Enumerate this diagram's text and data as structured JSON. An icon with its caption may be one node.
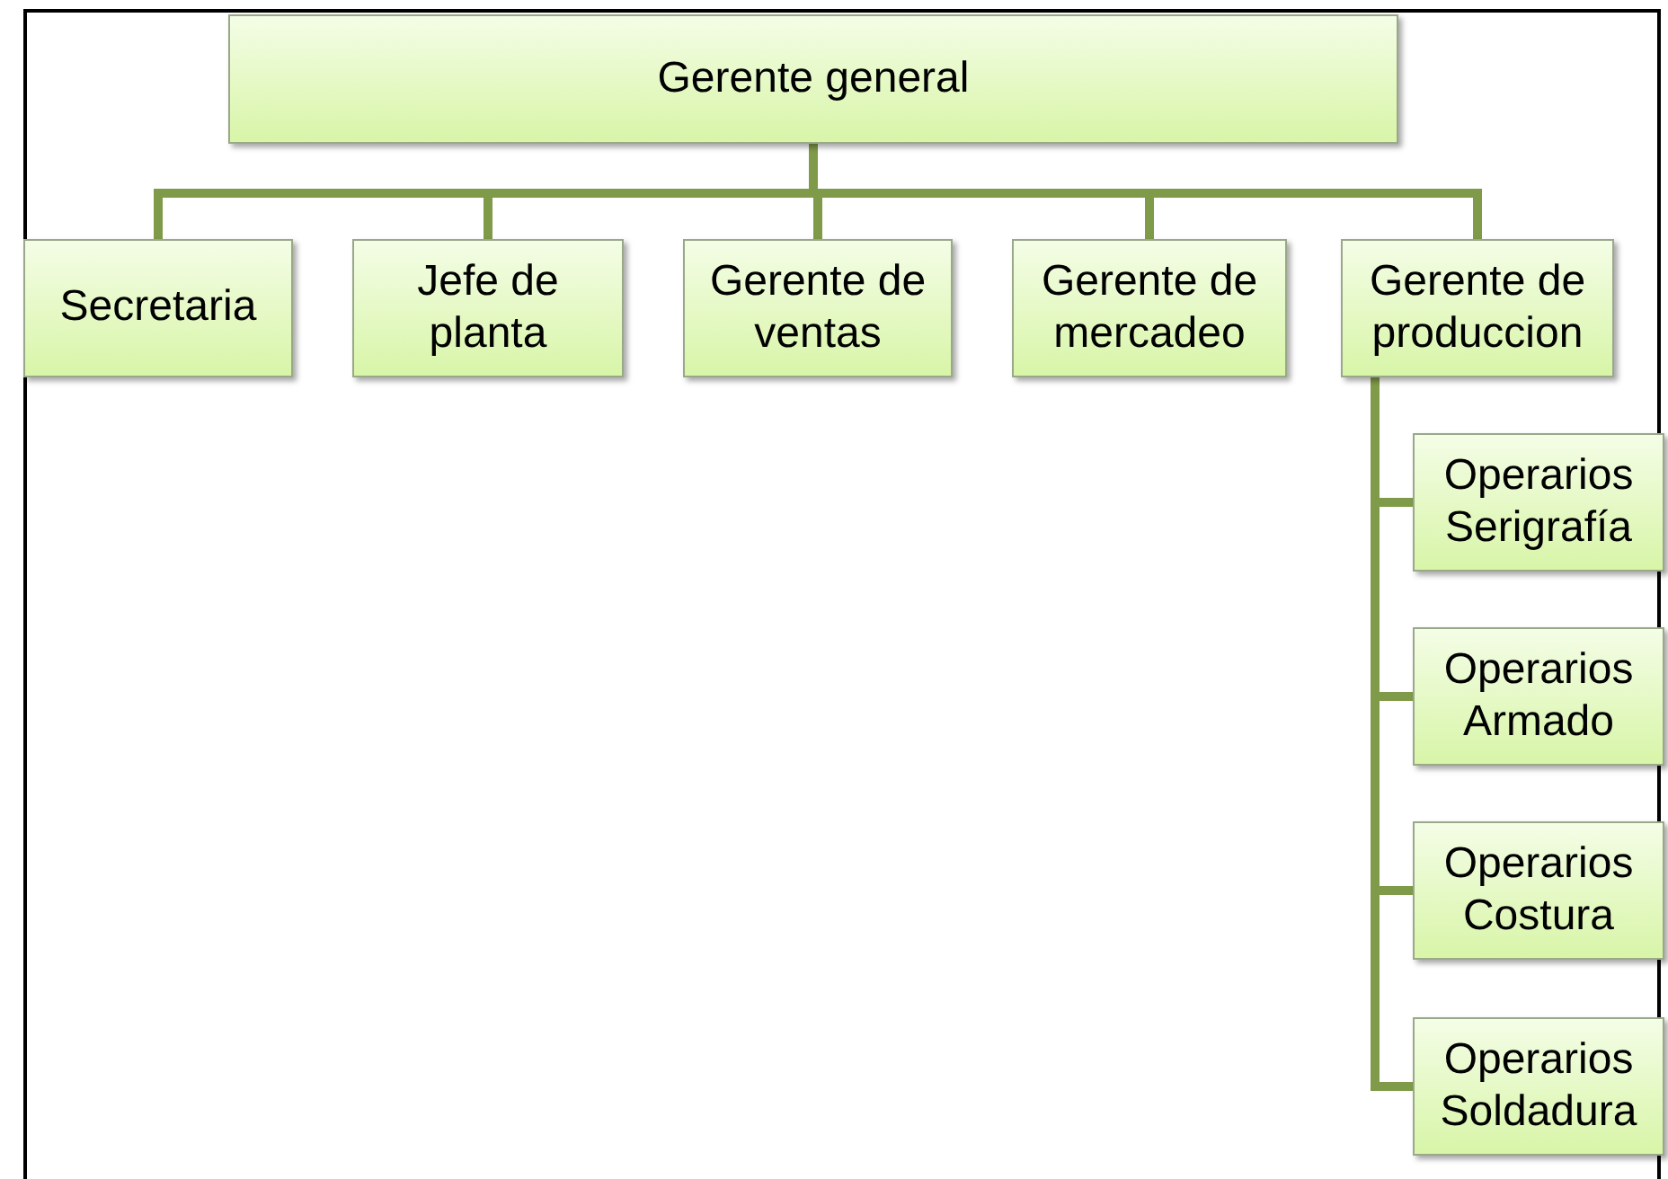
{
  "diagram": {
    "nodes": [
      {
        "text": [
          "Gerente general"
        ]
      },
      {
        "text": [
          "Secretaria"
        ]
      },
      {
        "text": [
          "Jefe de planta"
        ]
      },
      {
        "text": [
          "Gerente de ventas"
        ]
      },
      {
        "text": [
          "Gerente de mercadeo"
        ]
      },
      {
        "text": [
          "Gerente de produccion"
        ]
      },
      {
        "text": [
          "Operarios Serigrafía"
        ]
      },
      {
        "text": [
          "Operarios Armado"
        ]
      },
      {
        "text": [
          "Operarios Costura"
        ]
      },
      {
        "text": [
          "Operarios Soldadura"
        ]
      }
    ],
    "edges": [
      {
        "from": 0,
        "to": 1,
        "arrow": "none"
      },
      {
        "from": 0,
        "to": 2,
        "arrow": "none"
      },
      {
        "from": 0,
        "to": 3,
        "arrow": "none"
      },
      {
        "from": 0,
        "to": 4,
        "arrow": "none"
      },
      {
        "from": 0,
        "to": 5,
        "arrow": "none"
      },
      {
        "from": 5,
        "to": 6,
        "arrow": "none"
      },
      {
        "from": 5,
        "to": 7,
        "arrow": "none"
      },
      {
        "from": 5,
        "to": 8,
        "arrow": "none"
      },
      {
        "from": 5,
        "to": 9,
        "arrow": "none"
      }
    ]
  }
}
